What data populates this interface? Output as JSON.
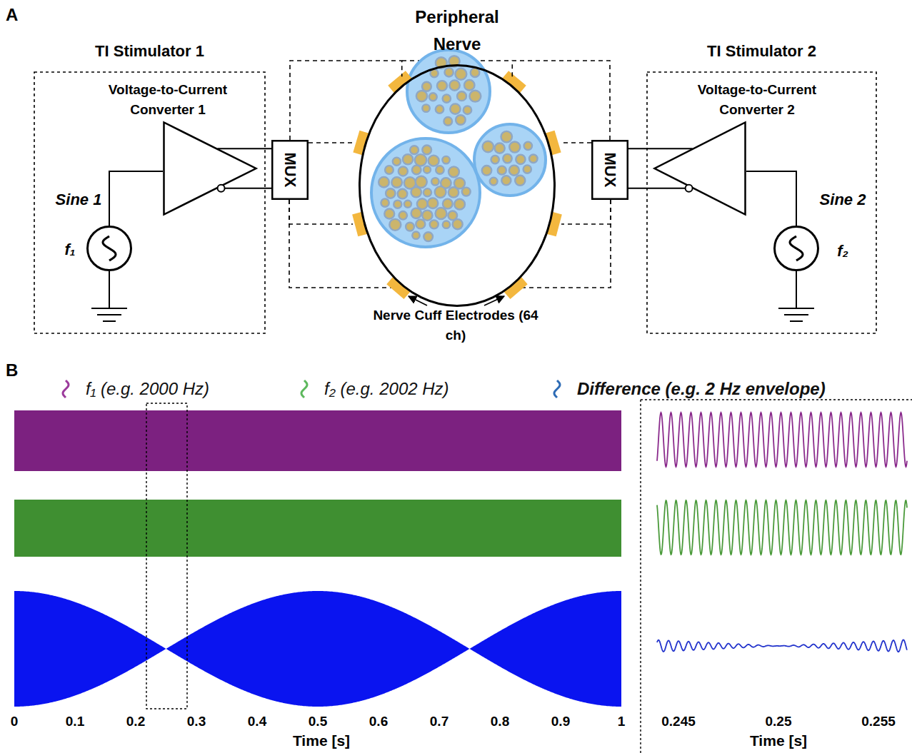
{
  "diagram": {
    "nodes": [
      {
        "text": [
          "TI Stimulator 1"
        ]
      },
      {
        "text": [
          "Voltage-to-Current Converter 1"
        ],
        "in": 0
      },
      {
        "text": [
          "Sine 1",
          "f₁"
        ],
        "in": 0
      },
      {
        "text": [
          "MUX"
        ]
      },
      {
        "text": [
          "Peripheral Nerve"
        ]
      },
      {
        "text": [
          "MUX"
        ]
      },
      {
        "text": [
          "TI Stimulator 2"
        ]
      },
      {
        "text": [
          "Voltage-to-Current Converter 2"
        ],
        "in": 6
      },
      {
        "text": [
          "Sine 2",
          "f₂"
        ],
        "in": 6
      }
    ],
    "edges": [
      {
        "from": 2,
        "to": 1,
        "arrow": "none"
      },
      {
        "from": 1,
        "to": 3,
        "arrow": "none"
      },
      {
        "from": 3,
        "to": 4,
        "arrow": "none"
      },
      {
        "from": 5,
        "to": 4,
        "arrow": "none"
      },
      {
        "from": 7,
        "to": 5,
        "arrow": "none"
      },
      {
        "from": 8,
        "to": 7,
        "arrow": "none"
      }
    ],
    "labels": [
      "A",
      "Nerve Cuff Electrodes (64 ch)",
      "B",
      "0",
      "0.1",
      "0.2",
      "0.3",
      "0.4",
      "0.5",
      "0.6",
      "0.7",
      "0.8",
      "0.9",
      "1",
      "Time [s]",
      "0.245",
      "0.25",
      "0.255",
      "Time [s]"
    ],
    "legend": [
      {
        "text": "f₁ (e.g. 2000 Hz)"
      },
      {
        "text": "f₂ (e.g. 2002 Hz)"
      },
      {
        "text": "Difference (e.g. 2 Hz envelope)"
      }
    ]
  }
}
